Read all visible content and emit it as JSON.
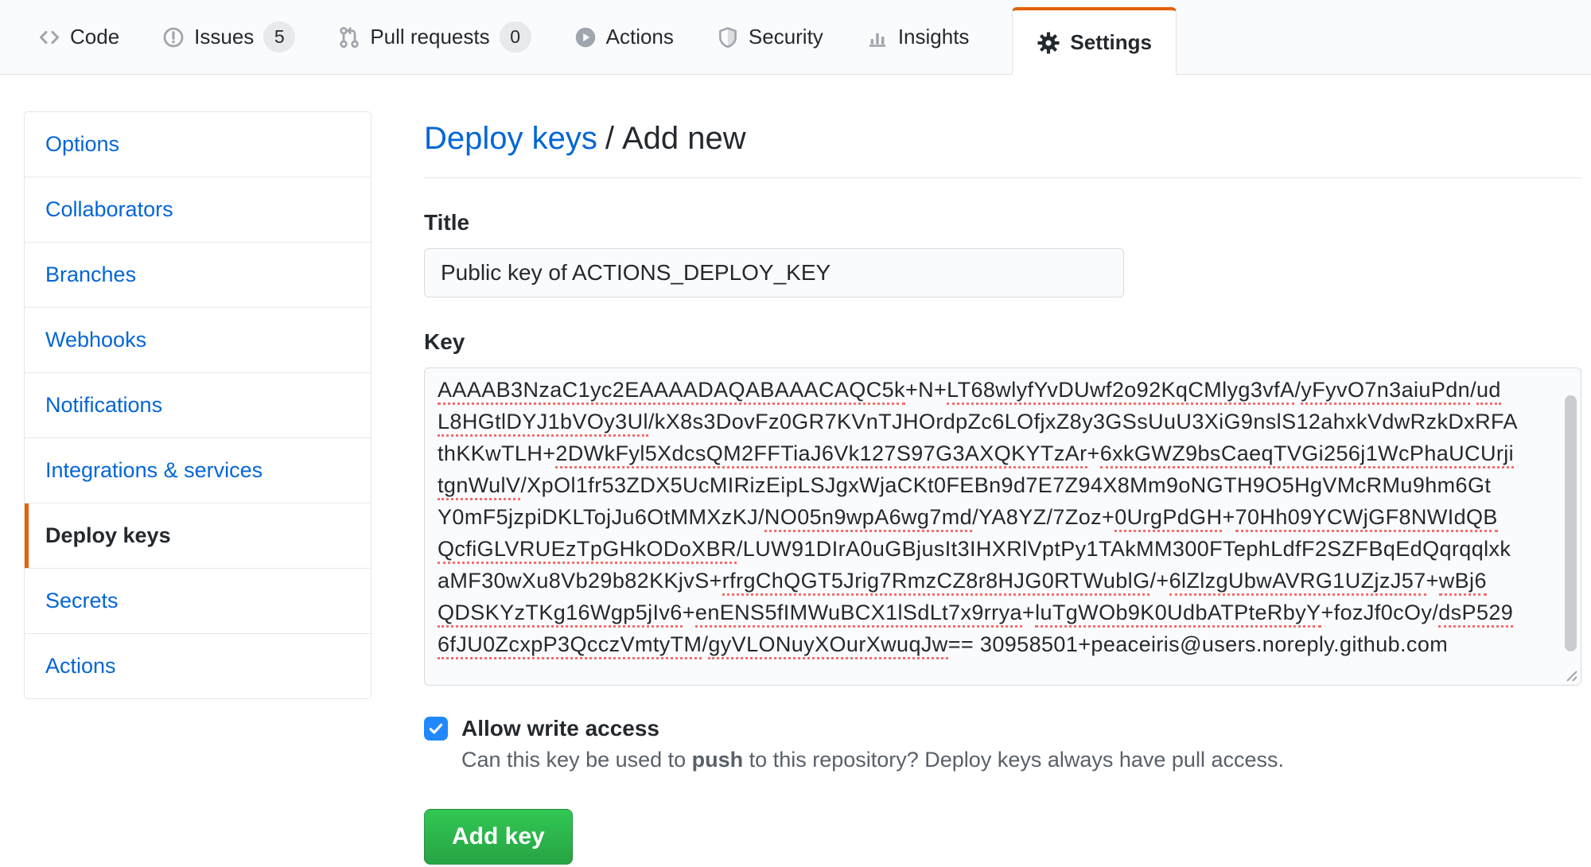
{
  "nav": {
    "items": [
      {
        "label": "Code",
        "icon": "code-icon"
      },
      {
        "label": "Issues",
        "icon": "issue-opened-icon",
        "badge": "5"
      },
      {
        "label": "Pull requests",
        "icon": "git-pull-request-icon",
        "badge": "0"
      },
      {
        "label": "Actions",
        "icon": "play-icon"
      },
      {
        "label": "Security",
        "icon": "shield-icon"
      },
      {
        "label": "Insights",
        "icon": "graph-icon"
      },
      {
        "label": "Settings",
        "icon": "gear-icon",
        "selected": true
      }
    ]
  },
  "sidebar": {
    "items": [
      {
        "label": "Options"
      },
      {
        "label": "Collaborators"
      },
      {
        "label": "Branches"
      },
      {
        "label": "Webhooks"
      },
      {
        "label": "Notifications"
      },
      {
        "label": "Integrations & services"
      },
      {
        "label": "Deploy keys",
        "selected": true
      },
      {
        "label": "Secrets"
      },
      {
        "label": "Actions"
      }
    ]
  },
  "main": {
    "breadcrumb": {
      "link_label": "Deploy keys",
      "separator": "/",
      "current": "Add new"
    },
    "form": {
      "title_label": "Title",
      "title_value": "Public key of ACTIONS_DEPLOY_KEY",
      "key_label": "Key",
      "key_lines": [
        [
          [
            "AAAAB3NzaC1yc2EAAAADAQABAAACAQC5k",
            1
          ],
          [
            "+N+",
            0
          ],
          [
            "LT68wlyfYvDUwf2o92KqCMlyg3vfA",
            1
          ],
          [
            "/",
            0
          ],
          [
            "yFyvO7n3aiuPdn",
            1
          ],
          [
            "/",
            0
          ],
          [
            "ud",
            1
          ]
        ],
        [
          [
            "L8HGtlDYJ1bVOy3Ul",
            1
          ],
          [
            "/kX8s3DovFz0GR7KVnTJHOrdpZc6LOfjxZ8y3GSsUuU3XiG9nslS12ahxkVdwRzkDxRFA",
            0
          ]
        ],
        [
          [
            "thKKwTLH+",
            0
          ],
          [
            "2DWkFyl5XdcsQM2FFTiaJ6Vk127S97G3AXQKYTzAr",
            1
          ],
          [
            "+",
            0
          ],
          [
            "6xkGWZ9bsCaeqTVGi256j1WcPhaUCUrji",
            1
          ]
        ],
        [
          [
            "tgnWulV",
            1
          ],
          [
            "/XpOl1fr53ZDX5UcMIRizEipLSJgxWjaCKt0FEBn9d7E7Z94X8Mm9oNGTH9O5HgVMcRMu9hm6Gt",
            0
          ]
        ],
        [
          [
            "Y0mF5jzpiDKLTojJu6OtMMXzKJ/",
            0
          ],
          [
            "NO05n9wpA6wg7md",
            1
          ],
          [
            "/YA8YZ/7Zoz+",
            0
          ],
          [
            "0UrgPdGH",
            1
          ],
          [
            "+",
            0
          ],
          [
            "70Hh09YCWjGF8NWIdQB",
            1
          ]
        ],
        [
          [
            "QcfiGLVRUEzTpGHkODoXBR",
            1
          ],
          [
            "/LUW91DIrA0uGBjusIt3IHXRlVptPy1TAkMM300FTephLdfF2SZFBqEdQqrqqlxk",
            0
          ]
        ],
        [
          [
            "aMF30wXu8Vb29b82KKjvS+",
            0
          ],
          [
            "rfrgChQGT5Jrig7RmzCZ8r8HJG0RTWublG",
            1
          ],
          [
            "/+",
            0
          ],
          [
            "6lZlzgUbwAVRG1UZjzJ57",
            1
          ],
          [
            "+",
            0
          ],
          [
            "wBj6",
            1
          ]
        ],
        [
          [
            "QDSKYzTKg16Wgp5jIv6",
            1
          ],
          [
            "+",
            0
          ],
          [
            "enENS5fIMWuBCX1lSdLt7x9rrya",
            1
          ],
          [
            "+",
            0
          ],
          [
            "luTgWOb9K0UdbATPteRbyY",
            1
          ],
          [
            "+fozJf0cOy/",
            0
          ],
          [
            "dsP529",
            1
          ]
        ],
        [
          [
            "6fJU0ZcxpP3QcczVmtyTM",
            1
          ],
          [
            "/",
            0
          ],
          [
            "gyVLONuyXOurXwuqJw",
            1
          ],
          [
            "== 30958501+peaceiris@users.noreply.github.com",
            0
          ]
        ]
      ],
      "write_access": {
        "label": "Allow write access",
        "checked": true,
        "note_prefix": "Can this key be used to ",
        "note_bold": "push",
        "note_suffix": " to this repository? Deploy keys always have pull access."
      },
      "submit_label": "Add key"
    }
  },
  "colors": {
    "accent_orange": "#e36209",
    "link_blue": "#0366d6",
    "checkbox_blue": "#2188ff",
    "button_green": "#28a745",
    "misspell_red": "#f66d6d",
    "header_bg": "#fafbfc",
    "border_gray": "#e1e4e8"
  }
}
